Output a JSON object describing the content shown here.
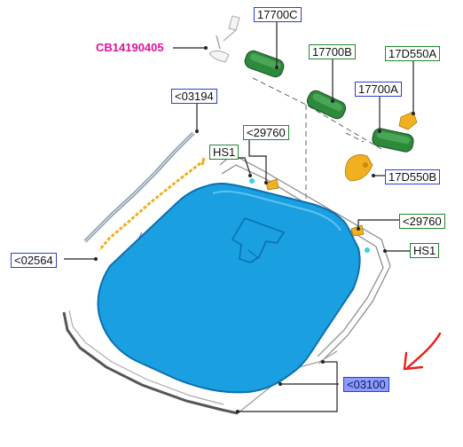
{
  "colors": {
    "windshield": "#1aa0e0",
    "windshield_edge": "#0b6fb0",
    "mirror": "#2d8a3a",
    "bracket": "#f0b020",
    "label_blue": "#2b3fd0",
    "label_green": "#1e8a2a",
    "label_magenta": "#e0139c",
    "annotation_arrow": "#e8201a"
  },
  "labels": {
    "cb14190405": "CB14190405",
    "p17700c": "17700C",
    "p17700b": "17700B",
    "p17d550a": "17D550A",
    "p03194": "<03194",
    "p17700a": "17700A",
    "p29760_top": "<29760",
    "hs1_left": "HS1",
    "p17d550b": "17D550B",
    "p29760_right": "<29760",
    "hs1_right": "HS1",
    "p02564": "<02564",
    "p03100": "<03100"
  }
}
